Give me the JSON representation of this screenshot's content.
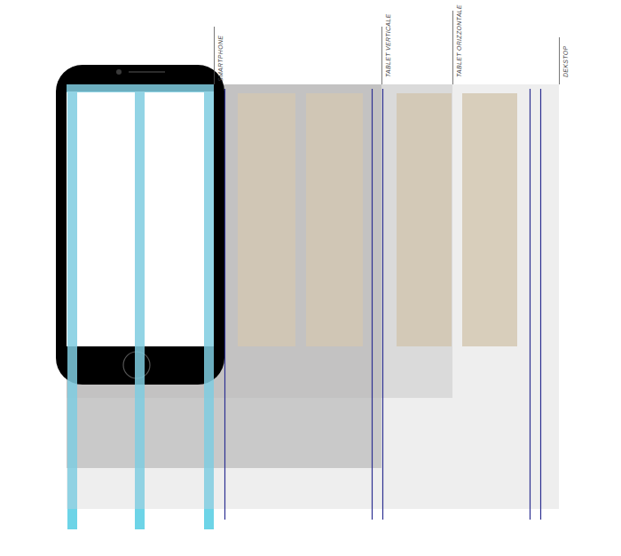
{
  "diagram": {
    "labels": [
      "SMARTPHONE",
      "TABLET VERTICALE",
      "TABLET ORIZZONTALE",
      "DEKSTOP"
    ]
  }
}
